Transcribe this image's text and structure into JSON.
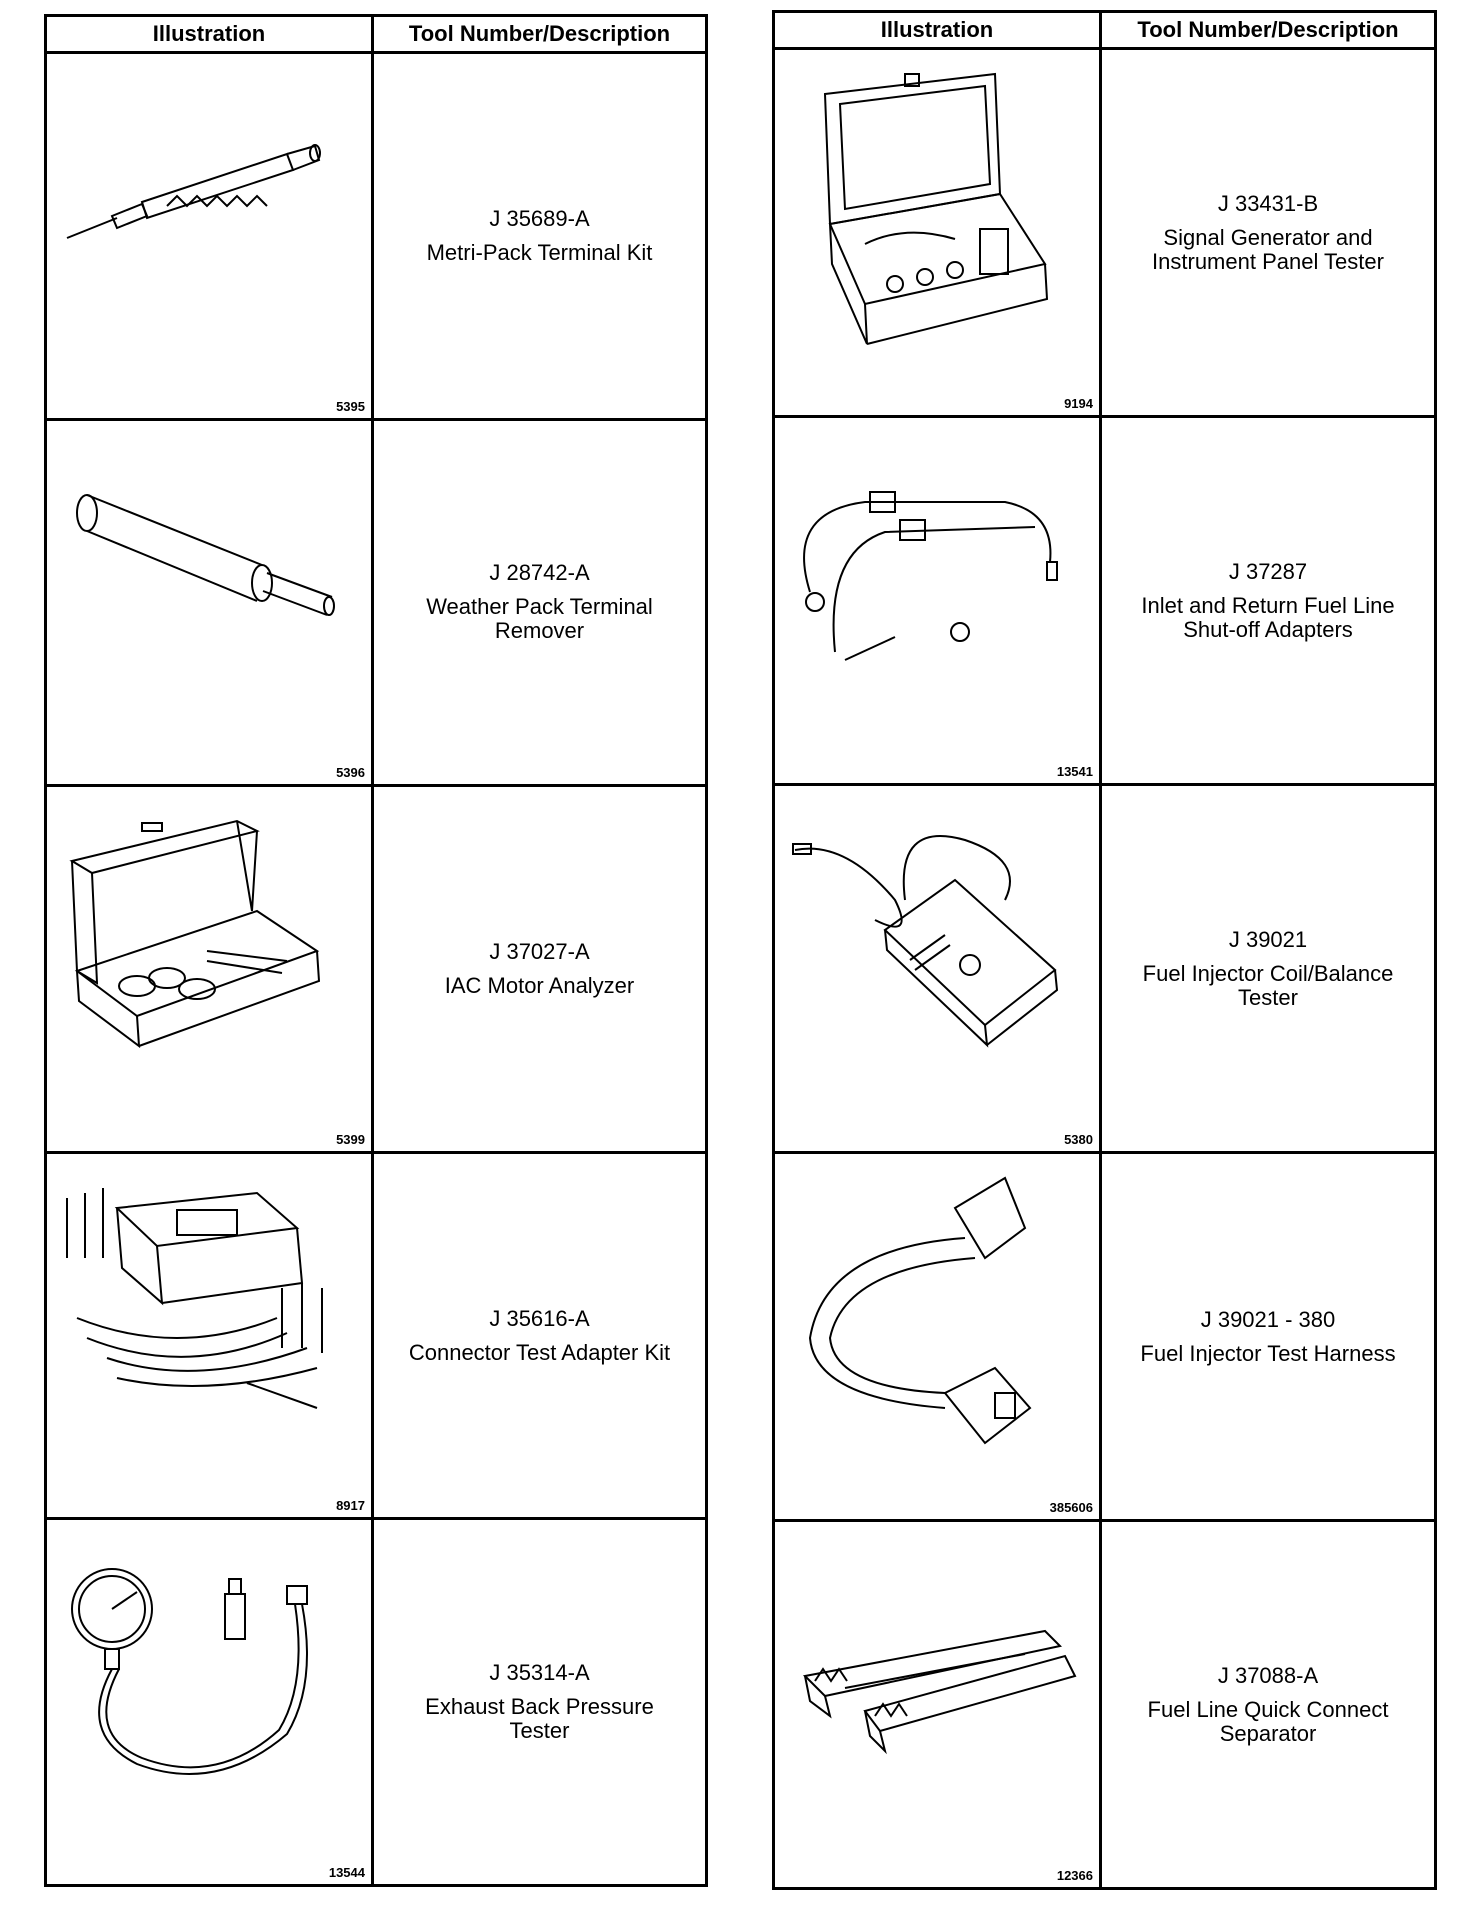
{
  "headers": {
    "illustration": "Illustration",
    "description": "Tool Number/Description"
  },
  "left": [
    {
      "figure": "5395",
      "number": "J 35689-A",
      "name": "Metri-Pack Terminal Kit",
      "icon": "terminal-pick-icon"
    },
    {
      "figure": "5396",
      "number": "J 28742-A",
      "name": "Weather Pack Terminal\nRemover",
      "icon": "terminal-remover-icon"
    },
    {
      "figure": "5399",
      "number": "J 37027-A",
      "name": "IAC Motor Analyzer",
      "icon": "analyzer-case-icon"
    },
    {
      "figure": "8917",
      "number": "J 35616-A",
      "name": "Connector Test Adapter Kit",
      "icon": "adapter-kit-icon"
    },
    {
      "figure": "13544",
      "number": "J 35314-A",
      "name": "Exhaust Back Pressure\nTester",
      "icon": "pressure-gauge-icon"
    }
  ],
  "right": [
    {
      "figure": "9194",
      "number": "J 33431-B",
      "name": "Signal Generator and\nInstrument Panel Tester",
      "icon": "tester-case-icon"
    },
    {
      "figure": "13541",
      "number": "J 37287",
      "name": "Inlet and Return Fuel Line\nShut-off Adapters",
      "icon": "fuel-line-adapter-icon"
    },
    {
      "figure": "5380",
      "number": "J 39021",
      "name": "Fuel Injector Coil/Balance\nTester",
      "icon": "injector-tester-icon"
    },
    {
      "figure": "385606",
      "number": "J 39021 - 380",
      "name": "Fuel Injector Test Harness",
      "icon": "test-harness-icon"
    },
    {
      "figure": "12366",
      "number": "J 37088-A",
      "name": "Fuel Line Quick Connect\nSeparator",
      "icon": "quick-connect-separator-icon"
    }
  ]
}
